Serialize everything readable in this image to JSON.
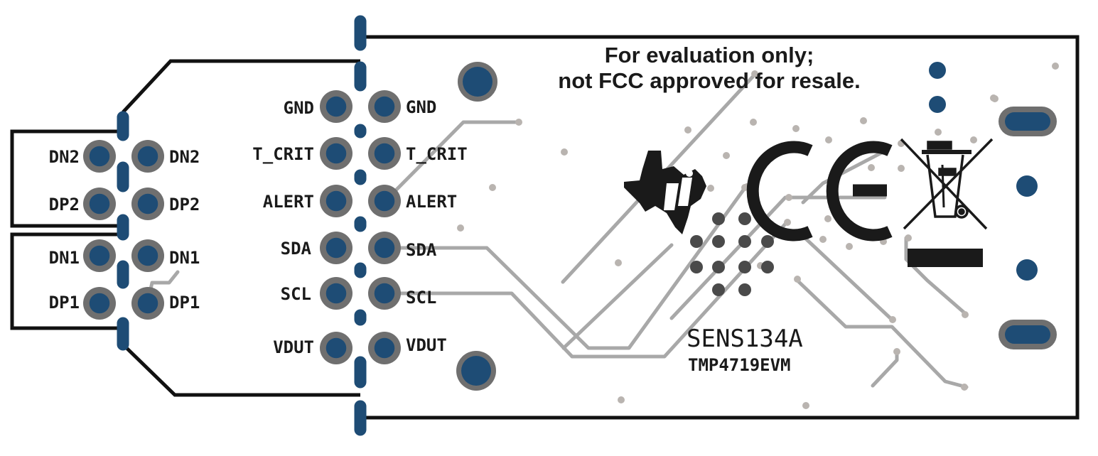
{
  "colors": {
    "outline": "#111111",
    "pad": "#1e4c75",
    "pad_ring": "#6f6f6f",
    "trace": "#a8a8a8",
    "via_dot": "#b9b4b0",
    "silk": "#1a1a1a",
    "background": "#ffffff"
  },
  "left_header": {
    "left_labels": [
      "DN2",
      "DP2",
      "DN1",
      "DP1"
    ],
    "right_labels": [
      "DN2",
      "DP2",
      "DN1",
      "DP1"
    ]
  },
  "main_header": {
    "left_labels": [
      "GND",
      "T_CRIT",
      "ALERT",
      "SDA",
      "SCL",
      "VDUT"
    ],
    "right_labels": [
      "GND",
      "T_CRIT",
      "ALERT",
      "SDA",
      "SCL",
      "VDUT"
    ]
  },
  "notice": {
    "line1": "For evaluation only;",
    "line2": "not FCC approved for resale."
  },
  "board": {
    "part_number": "SENS134A",
    "evm_name": "TMP4719EVM"
  },
  "icons": [
    "ti-logo-icon",
    "ce-mark-icon",
    "weee-bin-icon"
  ]
}
